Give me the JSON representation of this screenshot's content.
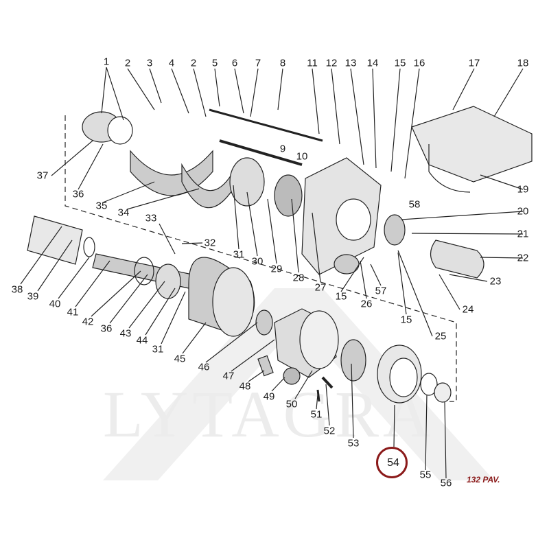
{
  "diagram": {
    "watermark": "LYTAGRA",
    "page_code": "132 PAV.",
    "highlighted_part": "54",
    "part_labels": [
      "1",
      "2",
      "3",
      "4",
      "2",
      "5",
      "6",
      "7",
      "8",
      "11",
      "12",
      "13",
      "14",
      "15",
      "16",
      "17",
      "18",
      "37",
      "36",
      "35",
      "34",
      "9",
      "10",
      "19",
      "58",
      "20",
      "21",
      "22",
      "23",
      "24",
      "25",
      "33",
      "32",
      "31",
      "30",
      "29",
      "28",
      "27",
      "26",
      "15",
      "57",
      "15",
      "38",
      "39",
      "40",
      "41",
      "42",
      "36",
      "43",
      "44",
      "31",
      "45",
      "46",
      "47",
      "48",
      "49",
      "50",
      "51",
      "52",
      "53",
      "55",
      "56"
    ]
  }
}
